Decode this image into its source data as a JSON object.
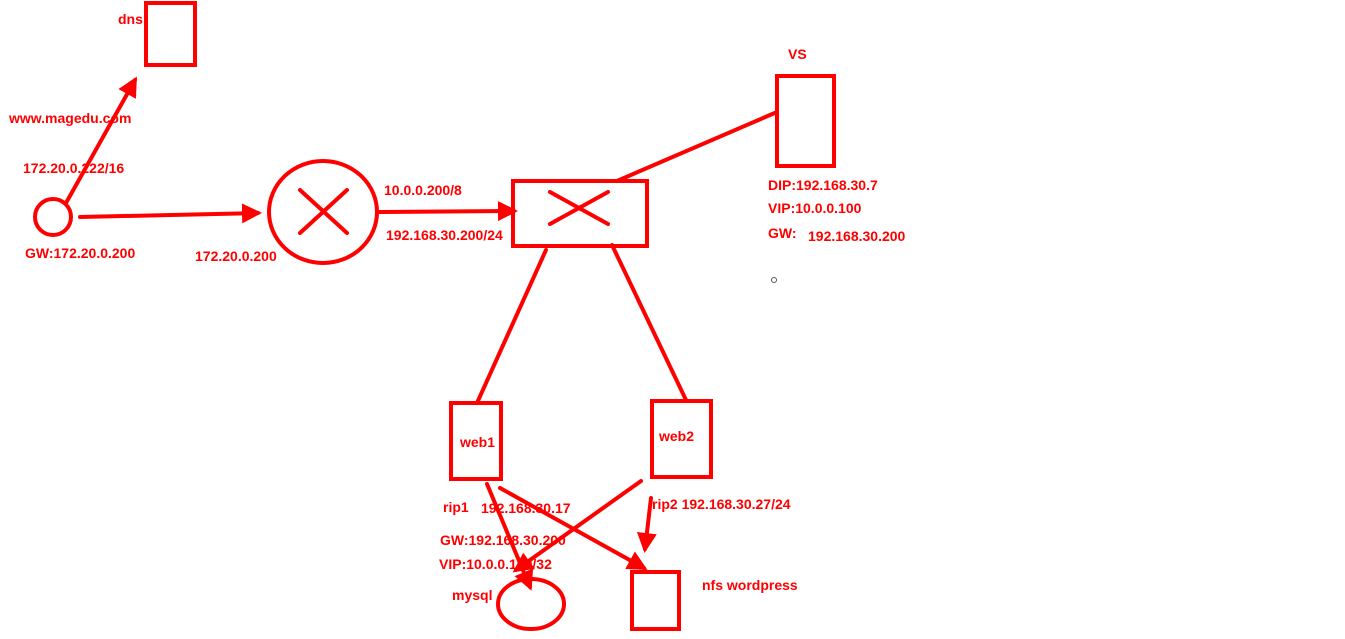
{
  "colors": {
    "ink": "#ff0000",
    "background": "#ffffff"
  },
  "labels": {
    "dns": "dns",
    "domain": "www.magedu.com",
    "client_ip": "172.20.0.222/16",
    "client_gw": "GW:172.20.0.200",
    "router_in_ip": "172.20.0.200",
    "router_out_ip1": "10.0.0.200/8",
    "router_out_ip2": "192.168.30.200/24",
    "vs": "VS",
    "vs_dip": "DIP:192.168.30.7",
    "vs_vip": "VIP:10.0.0.100",
    "vs_gw_prefix": "GW:",
    "vs_gw_value": "192.168.30.200",
    "web1": "web1",
    "web2": "web2",
    "rip1_prefix": "rip1",
    "rip1_value": "192.168.30.17",
    "web_gw": "GW:192.168.30.200",
    "web_vip": "VIP:10.0.0.100/32",
    "rip2": "rip2 192.168.30.27/24",
    "mysql": "mysql",
    "nfs": "nfs wordpress"
  }
}
